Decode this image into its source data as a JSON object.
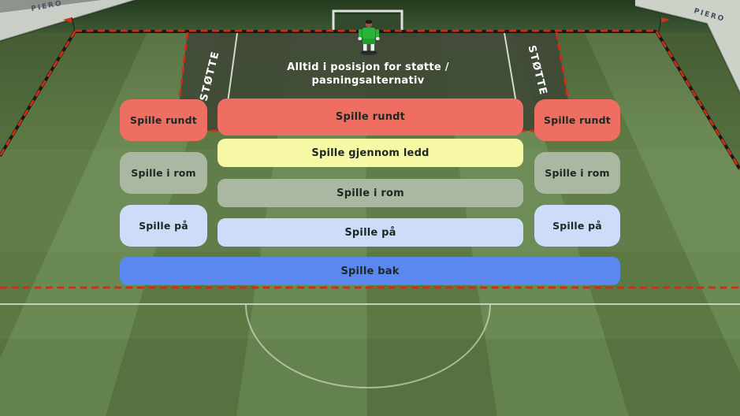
{
  "scene": {
    "ad_left": "PIERO",
    "ad_right": "PIERO"
  },
  "zones": {
    "support_left": "STØTTE",
    "support_right": "STØTTE",
    "note": {
      "line1": "Alltid i posisjon for støtte /",
      "line2": "pasningsalternativ"
    }
  },
  "principles": {
    "left": [
      "Spille rundt",
      "Spille i rom",
      "Spille på"
    ],
    "center": [
      "Spille rundt",
      "Spille gjennom ledd",
      "Spille i rom",
      "Spille på"
    ],
    "right": [
      "Spille rundt",
      "Spille i rom",
      "Spille på"
    ],
    "bottom": "Spille bak"
  },
  "colors": {
    "salmon": "#ee6f62",
    "yellow": "#f7f8a5",
    "sage": "#aab8a1",
    "lavender": "#cddcf8",
    "blue": "#5b88ef",
    "text-dark": "#1c2824",
    "text-light": "#ffffff",
    "dash-red": "#d32b15",
    "zone-dark": "#3f4836",
    "pitch-line": "#eef2e8",
    "grass": "#63834a"
  }
}
